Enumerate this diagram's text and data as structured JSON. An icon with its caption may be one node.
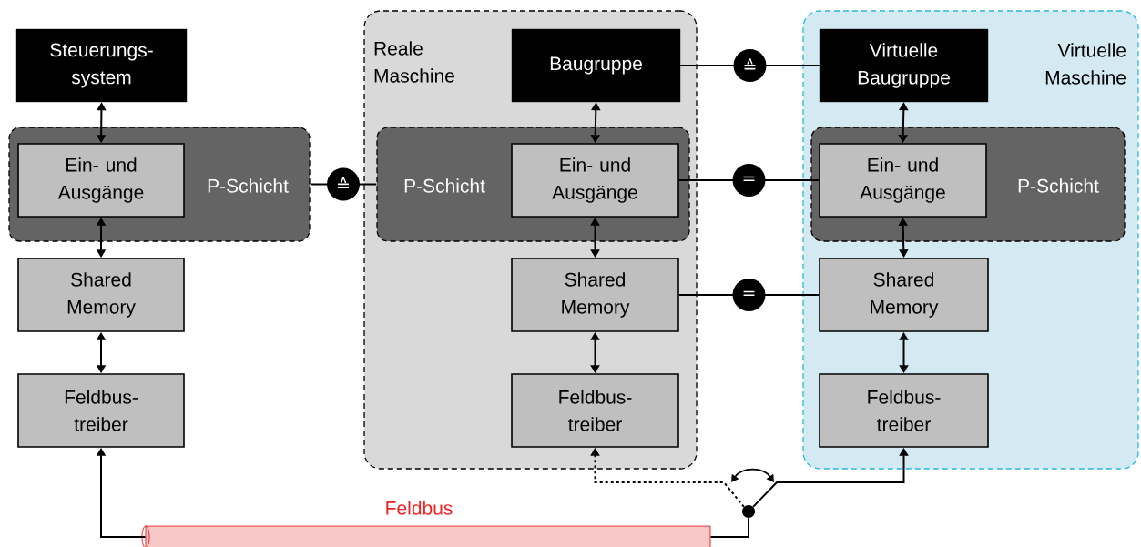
{
  "diagram": {
    "nodes": [
      {
        "text": [
          "Steuerungs- system"
        ]
      },
      {
        "text": [
          "P-Schicht"
        ]
      },
      {
        "text": [
          "Ein- und Ausgänge"
        ],
        "in": 1
      },
      {
        "text": [
          "Shared Memory"
        ]
      },
      {
        "text": [
          "Feldbus- treiber"
        ]
      },
      {
        "text": [
          "Reale Maschine"
        ]
      },
      {
        "text": [
          "Baugruppe"
        ],
        "in": 5
      },
      {
        "text": [
          "P-Schicht"
        ],
        "in": 5
      },
      {
        "text": [
          "Ein- und Ausgänge"
        ],
        "in": 7
      },
      {
        "text": [
          "Shared Memory"
        ],
        "in": 5
      },
      {
        "text": [
          "Feldbus- treiber"
        ],
        "in": 5
      },
      {
        "text": [
          "Virtuelle Maschine"
        ]
      },
      {
        "text": [
          "Virtuelle Baugruppe"
        ],
        "in": 11
      },
      {
        "text": [
          "P-Schicht"
        ],
        "in": 11
      },
      {
        "text": [
          "Ein- und Ausgänge"
        ],
        "in": 13
      },
      {
        "text": [
          "Shared Memory"
        ],
        "in": 11
      },
      {
        "text": [
          "Feldbus- treiber"
        ],
        "in": 11
      },
      {
        "text": [
          "Feldbus"
        ]
      },
      {
        "text": [],
        "shape": "circle"
      }
    ],
    "edges": [
      {
        "from": 0,
        "to": 2,
        "arrow": "both"
      },
      {
        "from": 2,
        "to": 3,
        "arrow": "both"
      },
      {
        "from": 3,
        "to": 4,
        "arrow": "both"
      },
      {
        "from": 6,
        "to": 8,
        "arrow": "both"
      },
      {
        "from": 8,
        "to": 9,
        "arrow": "both"
      },
      {
        "from": 9,
        "to": 10,
        "arrow": "both"
      },
      {
        "from": 12,
        "to": 14,
        "arrow": "both"
      },
      {
        "from": 14,
        "to": 15,
        "arrow": "both"
      },
      {
        "from": 15,
        "to": 16,
        "arrow": "both"
      },
      {
        "from": 1,
        "to": 7,
        "arrow": "none",
        "label": "≙"
      },
      {
        "from": 6,
        "to": 12,
        "arrow": "none",
        "label": "≙"
      },
      {
        "from": 8,
        "to": 14,
        "arrow": "none",
        "label": "="
      },
      {
        "from": 9,
        "to": 15,
        "arrow": "none",
        "label": "="
      },
      {
        "from": 17,
        "to": 4,
        "arrow": "to"
      },
      {
        "from": 17,
        "to": 18,
        "arrow": "none"
      },
      {
        "from": 18,
        "to": 10,
        "arrow": "to",
        "style": "dashed"
      },
      {
        "from": 18,
        "to": 16,
        "arrow": "to"
      }
    ]
  }
}
